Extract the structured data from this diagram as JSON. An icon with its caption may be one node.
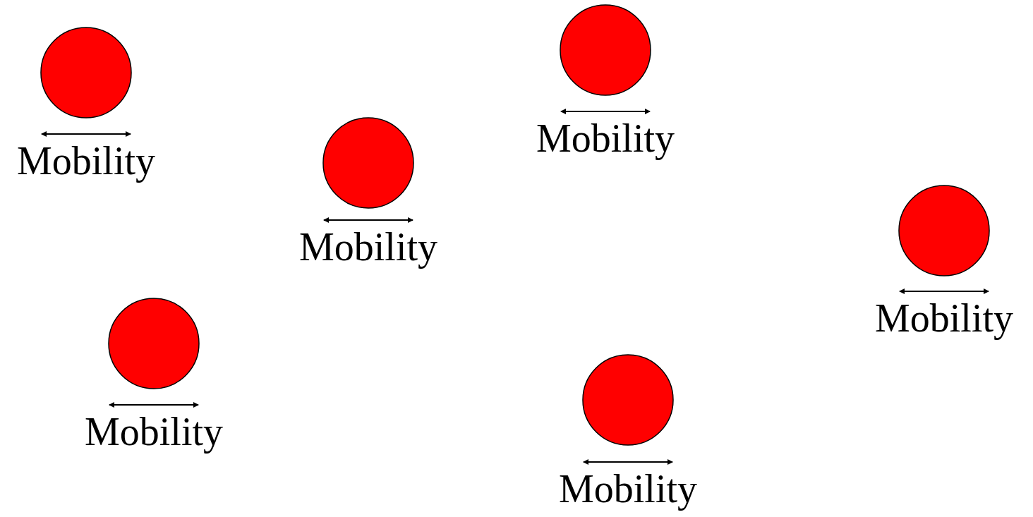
{
  "diagram": {
    "nodes": [
      {
        "text": [],
        "shape": "circle",
        "beside": [
          "Mobility"
        ]
      },
      {
        "text": [],
        "shape": "circle",
        "beside": [
          "Mobility"
        ]
      },
      {
        "text": [],
        "shape": "circle",
        "beside": [
          "Mobility"
        ]
      },
      {
        "text": [],
        "shape": "circle",
        "beside": [
          "Mobility"
        ]
      },
      {
        "text": [],
        "shape": "circle",
        "beside": [
          "Mobility"
        ]
      },
      {
        "text": [],
        "shape": "circle",
        "beside": [
          "Mobility"
        ]
      }
    ]
  }
}
